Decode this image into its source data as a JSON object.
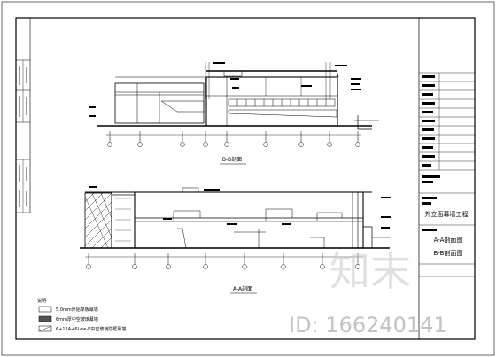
{
  "drawing": {
    "section_b_title": "B-B剖面",
    "section_a_title": "A-A剖面",
    "project_name": "外立面幕墙工程",
    "sheet_title_a": "A-A剖面图",
    "sheet_title_b": "B-B剖面图",
    "legend_heading": "说明",
    "legend_items": [
      "5.0mm厚铝单板幕墙",
      "6mm厚中空玻璃幕墙",
      "6+12A+6Low-E中空玻璃隐框幕墙"
    ]
  },
  "watermark": {
    "logo_text": "知末",
    "id_text": "ID: 166240141"
  },
  "colors": {
    "line": "#000000",
    "watermark": "#c8c8c8"
  }
}
